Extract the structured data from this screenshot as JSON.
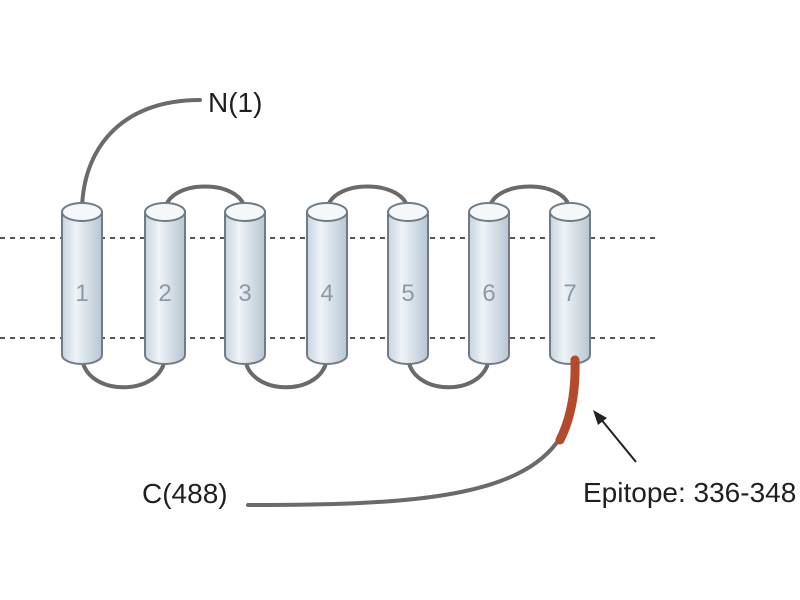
{
  "labels": {
    "n_terminus": "N(1)",
    "c_terminus": "C(488)",
    "epitope": "Epitope: 336-348"
  },
  "helices": [
    {
      "number": "1"
    },
    {
      "number": "2"
    },
    {
      "number": "3"
    },
    {
      "number": "4"
    },
    {
      "number": "5"
    },
    {
      "number": "6"
    },
    {
      "number": "7"
    }
  ],
  "colors": {
    "helix_fill": "#dde7ee",
    "helix_stroke": "#6f7b86",
    "loop": "#6a6a6a",
    "membrane_line": "#555555",
    "epitope": "#b44a2c",
    "text": "#1f1f1f",
    "helix_number": "#8d9aa5"
  }
}
